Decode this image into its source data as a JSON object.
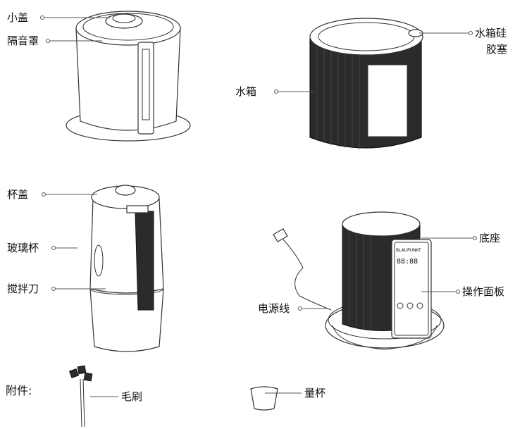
{
  "labels": {
    "small_lid": "小盖",
    "sound_cover": "隔音罩",
    "water_tank": "水箱",
    "tank_plug_line1": "水箱硅",
    "tank_plug_line2": "胶塞",
    "cup_lid": "杯盖",
    "glass_cup": "玻璃杯",
    "blade": "搅拌刀",
    "base": "底座",
    "control_panel": "操作面板",
    "power_cord": "电源线",
    "accessories": "附件:",
    "brush": "毛刷",
    "measuring_cup": "量杯"
  },
  "panel_text": {
    "brand": "BLAUPUNKT",
    "display": "88:88"
  },
  "colors": {
    "line": "#333333",
    "dark_fill": "#2b2b2b"
  }
}
